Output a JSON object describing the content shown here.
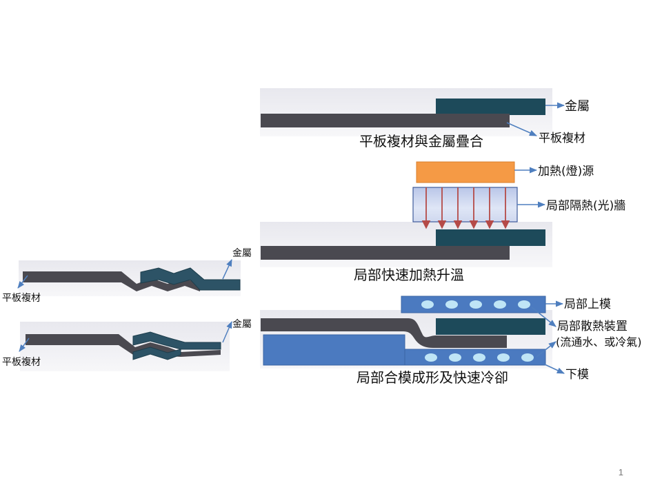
{
  "step1": {
    "caption": "平板複材與金屬疊合",
    "metal_label": "金屬",
    "sheet_label": "平板複材"
  },
  "step2": {
    "caption": "局部快速加熱升溫",
    "heater_label": "加熱(燈)源",
    "wall_label": "局部隔熱(光)牆"
  },
  "step3": {
    "caption": "局部合模成形及快速冷卻",
    "upper_die_label": "局部上模",
    "cooling_label_1": "局部散熱裝置",
    "cooling_label_2": "(流通水、或冷氣)",
    "lower_die_label": "下模"
  },
  "result_a": {
    "metal_label": "金屬",
    "sheet_label": "平板複材"
  },
  "result_b": {
    "metal_label": "金屬",
    "sheet_label": "平板複材"
  },
  "slide_number": "1",
  "colors": {
    "metal": "#1d4a5a",
    "sheet": "#4a4950",
    "heater": "#f59a45",
    "die": "#4b7ac0",
    "coolant_dot": "#bfe5f6",
    "arrow_red": "#b54a47",
    "leader": "#4f7fbf"
  }
}
